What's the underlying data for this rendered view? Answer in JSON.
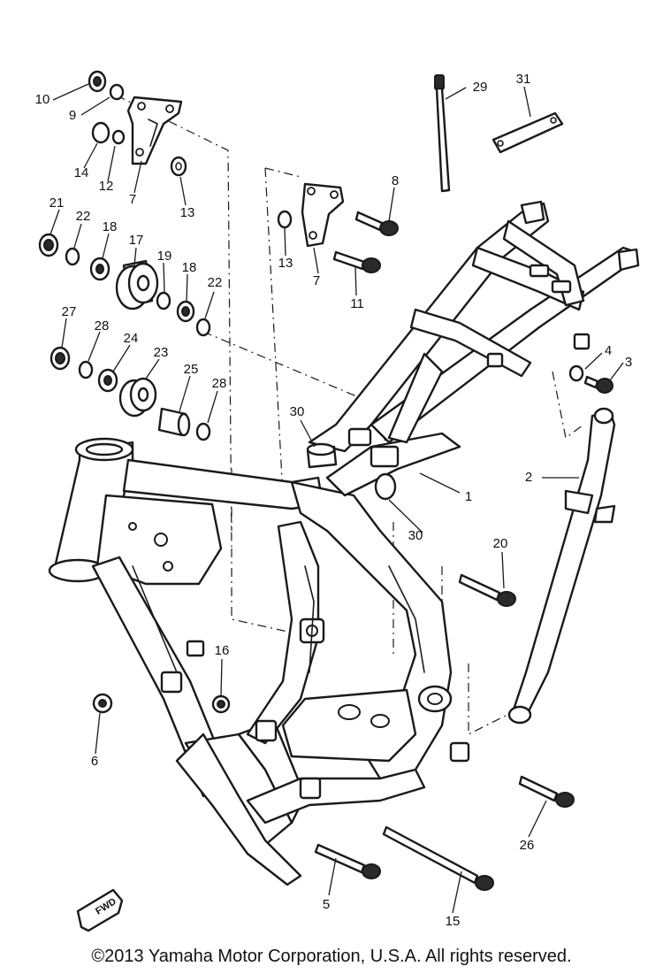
{
  "diagram": {
    "fwd_label": "FWD",
    "callouts": [
      "1",
      "2",
      "3",
      "4",
      "5",
      "6",
      "7",
      "7",
      "8",
      "9",
      "10",
      "11",
      "12",
      "13",
      "13",
      "14",
      "15",
      "16",
      "17",
      "18",
      "18",
      "19",
      "20",
      "21",
      "22",
      "22",
      "23",
      "24",
      "25",
      "26",
      "27",
      "28",
      "28",
      "29",
      "30",
      "30",
      "31"
    ]
  },
  "footer": {
    "copyright": "©2013 Yamaha Motor Corporation, U.S.A. All rights reserved."
  },
  "colors": {
    "ink": "#1a1a1a",
    "background": "#ffffff"
  }
}
